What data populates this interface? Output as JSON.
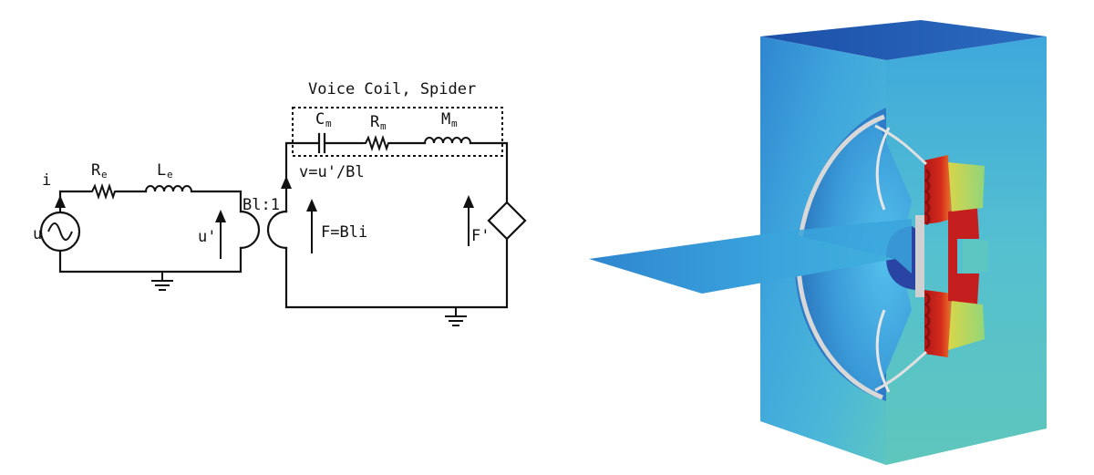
{
  "circuit": {
    "electrical": {
      "source_label": "u",
      "current_label": "i",
      "resistor_label": "R",
      "resistor_sub": "e",
      "inductor_label": "L",
      "inductor_sub": "e",
      "voltage_label": "u'"
    },
    "transformer_label": "Bl:1",
    "mechanical": {
      "group_label": "Voice Coil, Spider",
      "compliance_label": "C",
      "compliance_sub": "m",
      "resistance_label": "R",
      "resistance_sub": "m",
      "mass_label": "M",
      "mass_sub": "m",
      "velocity_label": "v=u'/Bl",
      "force_label": "F=Bli",
      "dependent_force_label": "F'"
    }
  },
  "model": {
    "colors": {
      "cold": "#1d4fa8",
      "cool": "#3fa8e0",
      "mid": "#5fc8c8",
      "warm": "#e8d83a",
      "hot": "#c81c1c"
    }
  }
}
